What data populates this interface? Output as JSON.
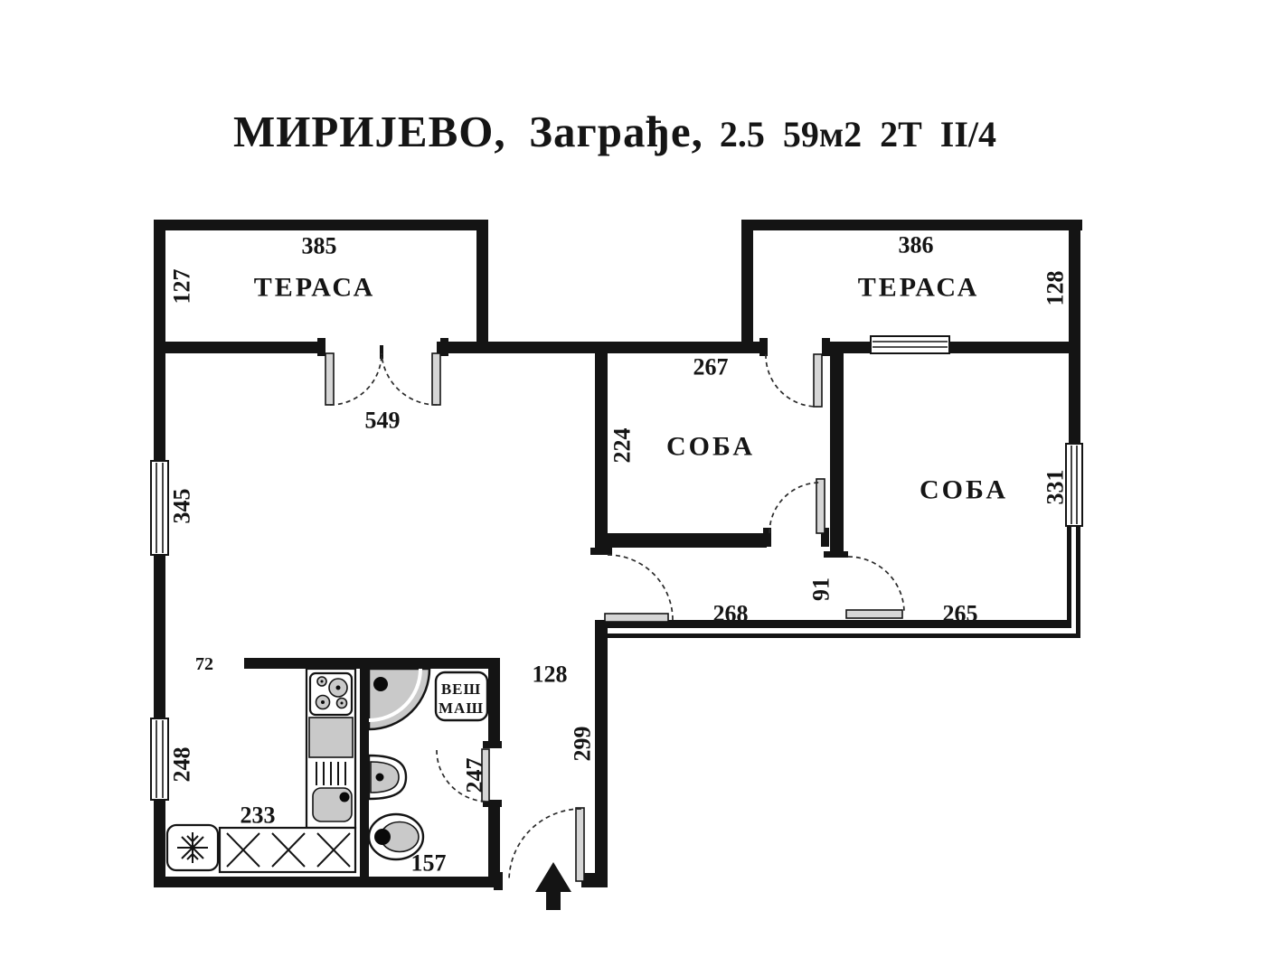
{
  "title": {
    "main": "МИРИЈЕВО, Заграђе,",
    "specs": "2.5 59м2 2Т II/4"
  },
  "rooms": {
    "terrace_left": "ТЕРАСА",
    "terrace_right": "ТЕРАСА",
    "room_middle": "СОБА",
    "room_right": "СОБА"
  },
  "appliances": {
    "washer_line1": "ВЕШ",
    "washer_line2": "МАШ"
  },
  "dimensions": {
    "terrace_left_width": "385",
    "terrace_left_depth": "127",
    "terrace_right_width": "386",
    "terrace_right_depth": "128",
    "living_width": "549",
    "living_window_upper": "345",
    "living_window_lower": "248",
    "kitchen_opening": "72",
    "kitchen_counter": "233",
    "room_middle_width": "267",
    "room_middle_depth": "224",
    "room_right_width": "265",
    "room_right_depth": "331",
    "room_right_door": "91",
    "hallway_length": "268",
    "corridor_width": "128",
    "corridor_length": "299",
    "bathroom_width": "157",
    "bathroom_depth": "247"
  },
  "colors": {
    "wall": "#141414",
    "fixture_fill": "#c9c9c9",
    "background": "#ffffff"
  }
}
